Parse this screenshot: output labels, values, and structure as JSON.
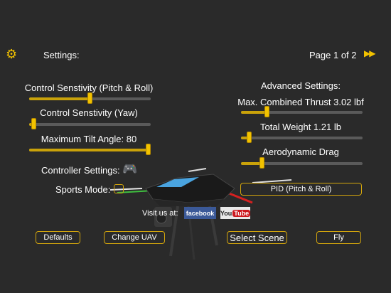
{
  "header": {
    "title": "Settings:",
    "page_indicator": "Page 1 of 2"
  },
  "left": {
    "pitch_roll": {
      "label": "Control Senstivity (Pitch & Roll)",
      "level": 0.5
    },
    "yaw": {
      "label": "Control Senstivity (Yaw)",
      "level": 0.02
    },
    "tilt": {
      "label": "Maximum Tilt Angle: 80",
      "level": 1.0
    },
    "controller_label": "Controller Settings:",
    "sports_mode_label": "Sports Mode:"
  },
  "right": {
    "heading": "Advanced Settings:",
    "thrust": {
      "label": "Max. Combined Thrust 3.02 lbf",
      "level": 0.2
    },
    "weight": {
      "label": "Total Weight 1.21 lb",
      "level": 0.05
    },
    "drag": {
      "label": "Aerodynamic Drag",
      "level": 0.16
    },
    "pid_button": "PID (Pitch & Roll)"
  },
  "social": {
    "visit_label": "Visit us at:",
    "facebook": "facebook",
    "youtube_you": "You",
    "youtube_tube": "Tube"
  },
  "footer": {
    "defaults": "Defaults",
    "change_uav": "Change UAV",
    "select_scene": "Select Scene",
    "fly": "Fly"
  },
  "colors": {
    "accent": "#d4a60c",
    "background": "#2a2a2a"
  }
}
